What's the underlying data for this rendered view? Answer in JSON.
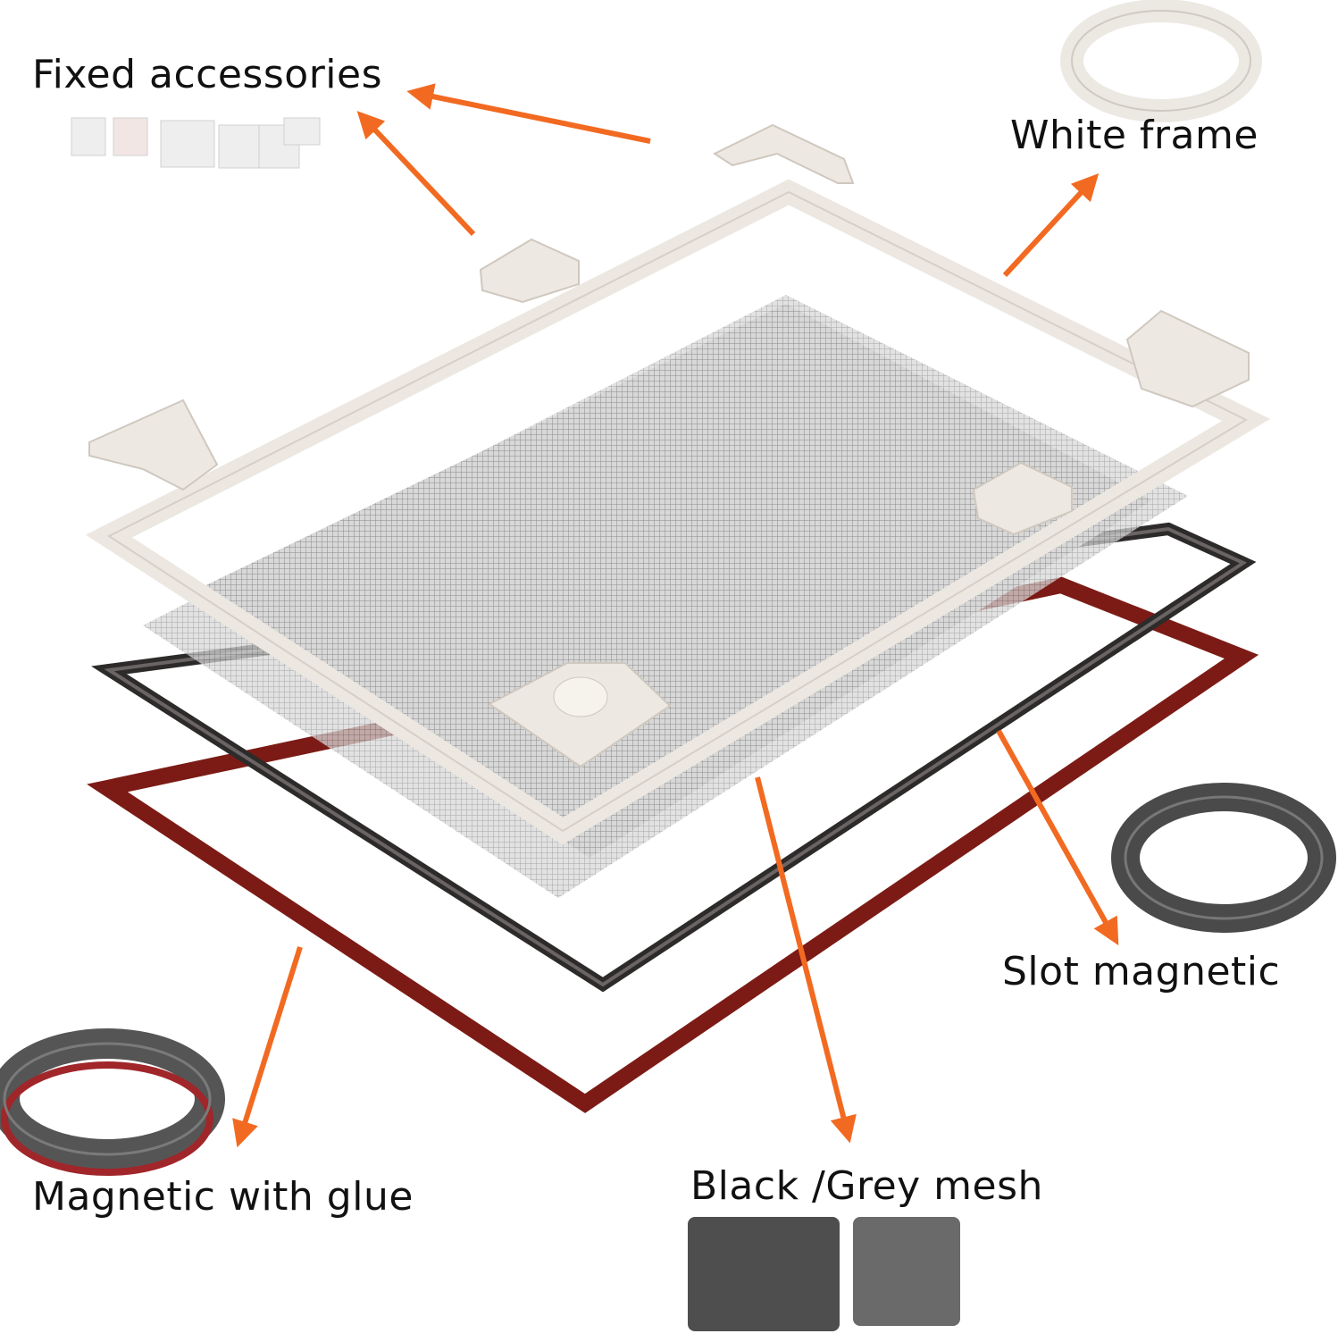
{
  "labels": {
    "fixed_accessories": "Fixed accessories",
    "white_frame": "White frame",
    "slot_magnetic": "Slot magnetic",
    "magnetic_with_glue": "Magnetic with glue",
    "mesh": "Black /Grey mesh"
  },
  "colors": {
    "arrow": "#f26a21",
    "frame": "#ece7e0",
    "mesh": "#bdbdbd",
    "black_strip": "#2d2a2a",
    "red_strip": "#7c1b15",
    "roll": "#4a4a4a"
  }
}
